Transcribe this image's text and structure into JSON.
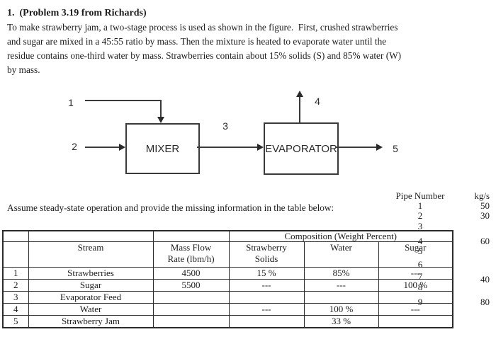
{
  "problem": {
    "title": "1.  (Problem 3.19 from Richards)",
    "body_lines": [
      "To make strawberry jam, a two-stage process is used as shown in the figure.  First, crushed strawberries",
      "and sugar are mixed in a 45:55 ratio by mass. Then the mixture is heated to evaporate water until the",
      "residue contains one-third water by mass. Strawberries contain about 15% solids (S) and 85% water (W)",
      "by mass."
    ]
  },
  "diagram": {
    "mixer_label": "MIXER",
    "evaporator_label": "EVAPORATOR",
    "stream_labels": {
      "s1": "1",
      "s2": "2",
      "s3": "3",
      "s4": "4",
      "s5": "5"
    }
  },
  "instruction": "Assume steady-state operation and provide the missing information in the table below:",
  "overlay": {
    "pipe_header": "Pipe Number",
    "unit_header": "kg/s",
    "pipe_numbers": [
      "1",
      "2",
      "3",
      "4",
      "5",
      "6",
      "7",
      "8",
      "9"
    ],
    "flow_values": [
      "50",
      "30",
      "60",
      "40",
      "80"
    ]
  },
  "table": {
    "composition_header": "Composition (Weight Percent)",
    "headers": {
      "stream": "Stream",
      "mass_1": "Mass Flow",
      "mass_2": "Rate (lbm/h)",
      "solids_1": "Strawberry",
      "solids_2": "Solids",
      "water": "Water",
      "sugar": "Sugar"
    },
    "rows": [
      {
        "num": "1",
        "stream": "Strawberries",
        "mass": "4500",
        "solids": "15 %",
        "water": "85%",
        "sugar": "---"
      },
      {
        "num": "2",
        "stream": "Sugar",
        "mass": "5500",
        "solids": "---",
        "water": "---",
        "sugar": "100 %"
      },
      {
        "num": "3",
        "stream": "Evaporator Feed",
        "mass": "",
        "solids": "",
        "water": "",
        "sugar": ""
      },
      {
        "num": "4",
        "stream": "Water",
        "mass": "",
        "solids": "---",
        "water": "100 %",
        "sugar": "---"
      },
      {
        "num": "5",
        "stream": "Strawberry Jam",
        "mass": "",
        "solids": "",
        "water": "33 %",
        "sugar": ""
      }
    ]
  }
}
